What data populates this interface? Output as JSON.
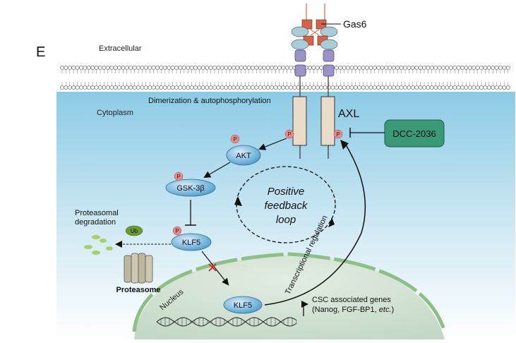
{
  "panel_label": "E",
  "regions": {
    "extracellular": "Extracellular",
    "cytoplasm": "Cytoplasm",
    "nucleus": "Nucleus"
  },
  "ligand": "Gas6",
  "receptor": "AXL",
  "event_label": "Dimerization & autophosphorylation",
  "inhibitor": "DCC-2036",
  "phospho": "P",
  "nodes": {
    "akt": "AKT",
    "gsk": "GSK-3β",
    "klf5_cyto": "KLF5",
    "klf5_nuc": "KLF5",
    "ub": "Ub",
    "proteasome": "Proteasome"
  },
  "proteasomal_degradation": [
    "Proteasomal",
    "degradation"
  ],
  "feedback": [
    "Positive",
    "feedback",
    "loop"
  ],
  "transcriptional_regulation": "Transcriptional regulation",
  "csc_genes": {
    "line1": "CSC associated genes",
    "line2_prefix": "(Nanog, FGF-BP1, ",
    "line2_etc": "etc.",
    "line2_suffix": ")"
  },
  "colors": {
    "cytoplasm_top": "#9fd3ea",
    "membrane": "#555555",
    "receptor_domain": "#aaccd6",
    "receptor_ig": "#9b92c6",
    "receptor_body": "#e8dcc8",
    "ligand": "#d4634a",
    "phospho": "#e98a8a",
    "protein": "#5fa9d4",
    "inhibitor": "#3a9a78",
    "nucleus": "#cfe0d0",
    "nucleus_rim": "#8fbf86",
    "ubiquitin": "#6a9b2e"
  }
}
